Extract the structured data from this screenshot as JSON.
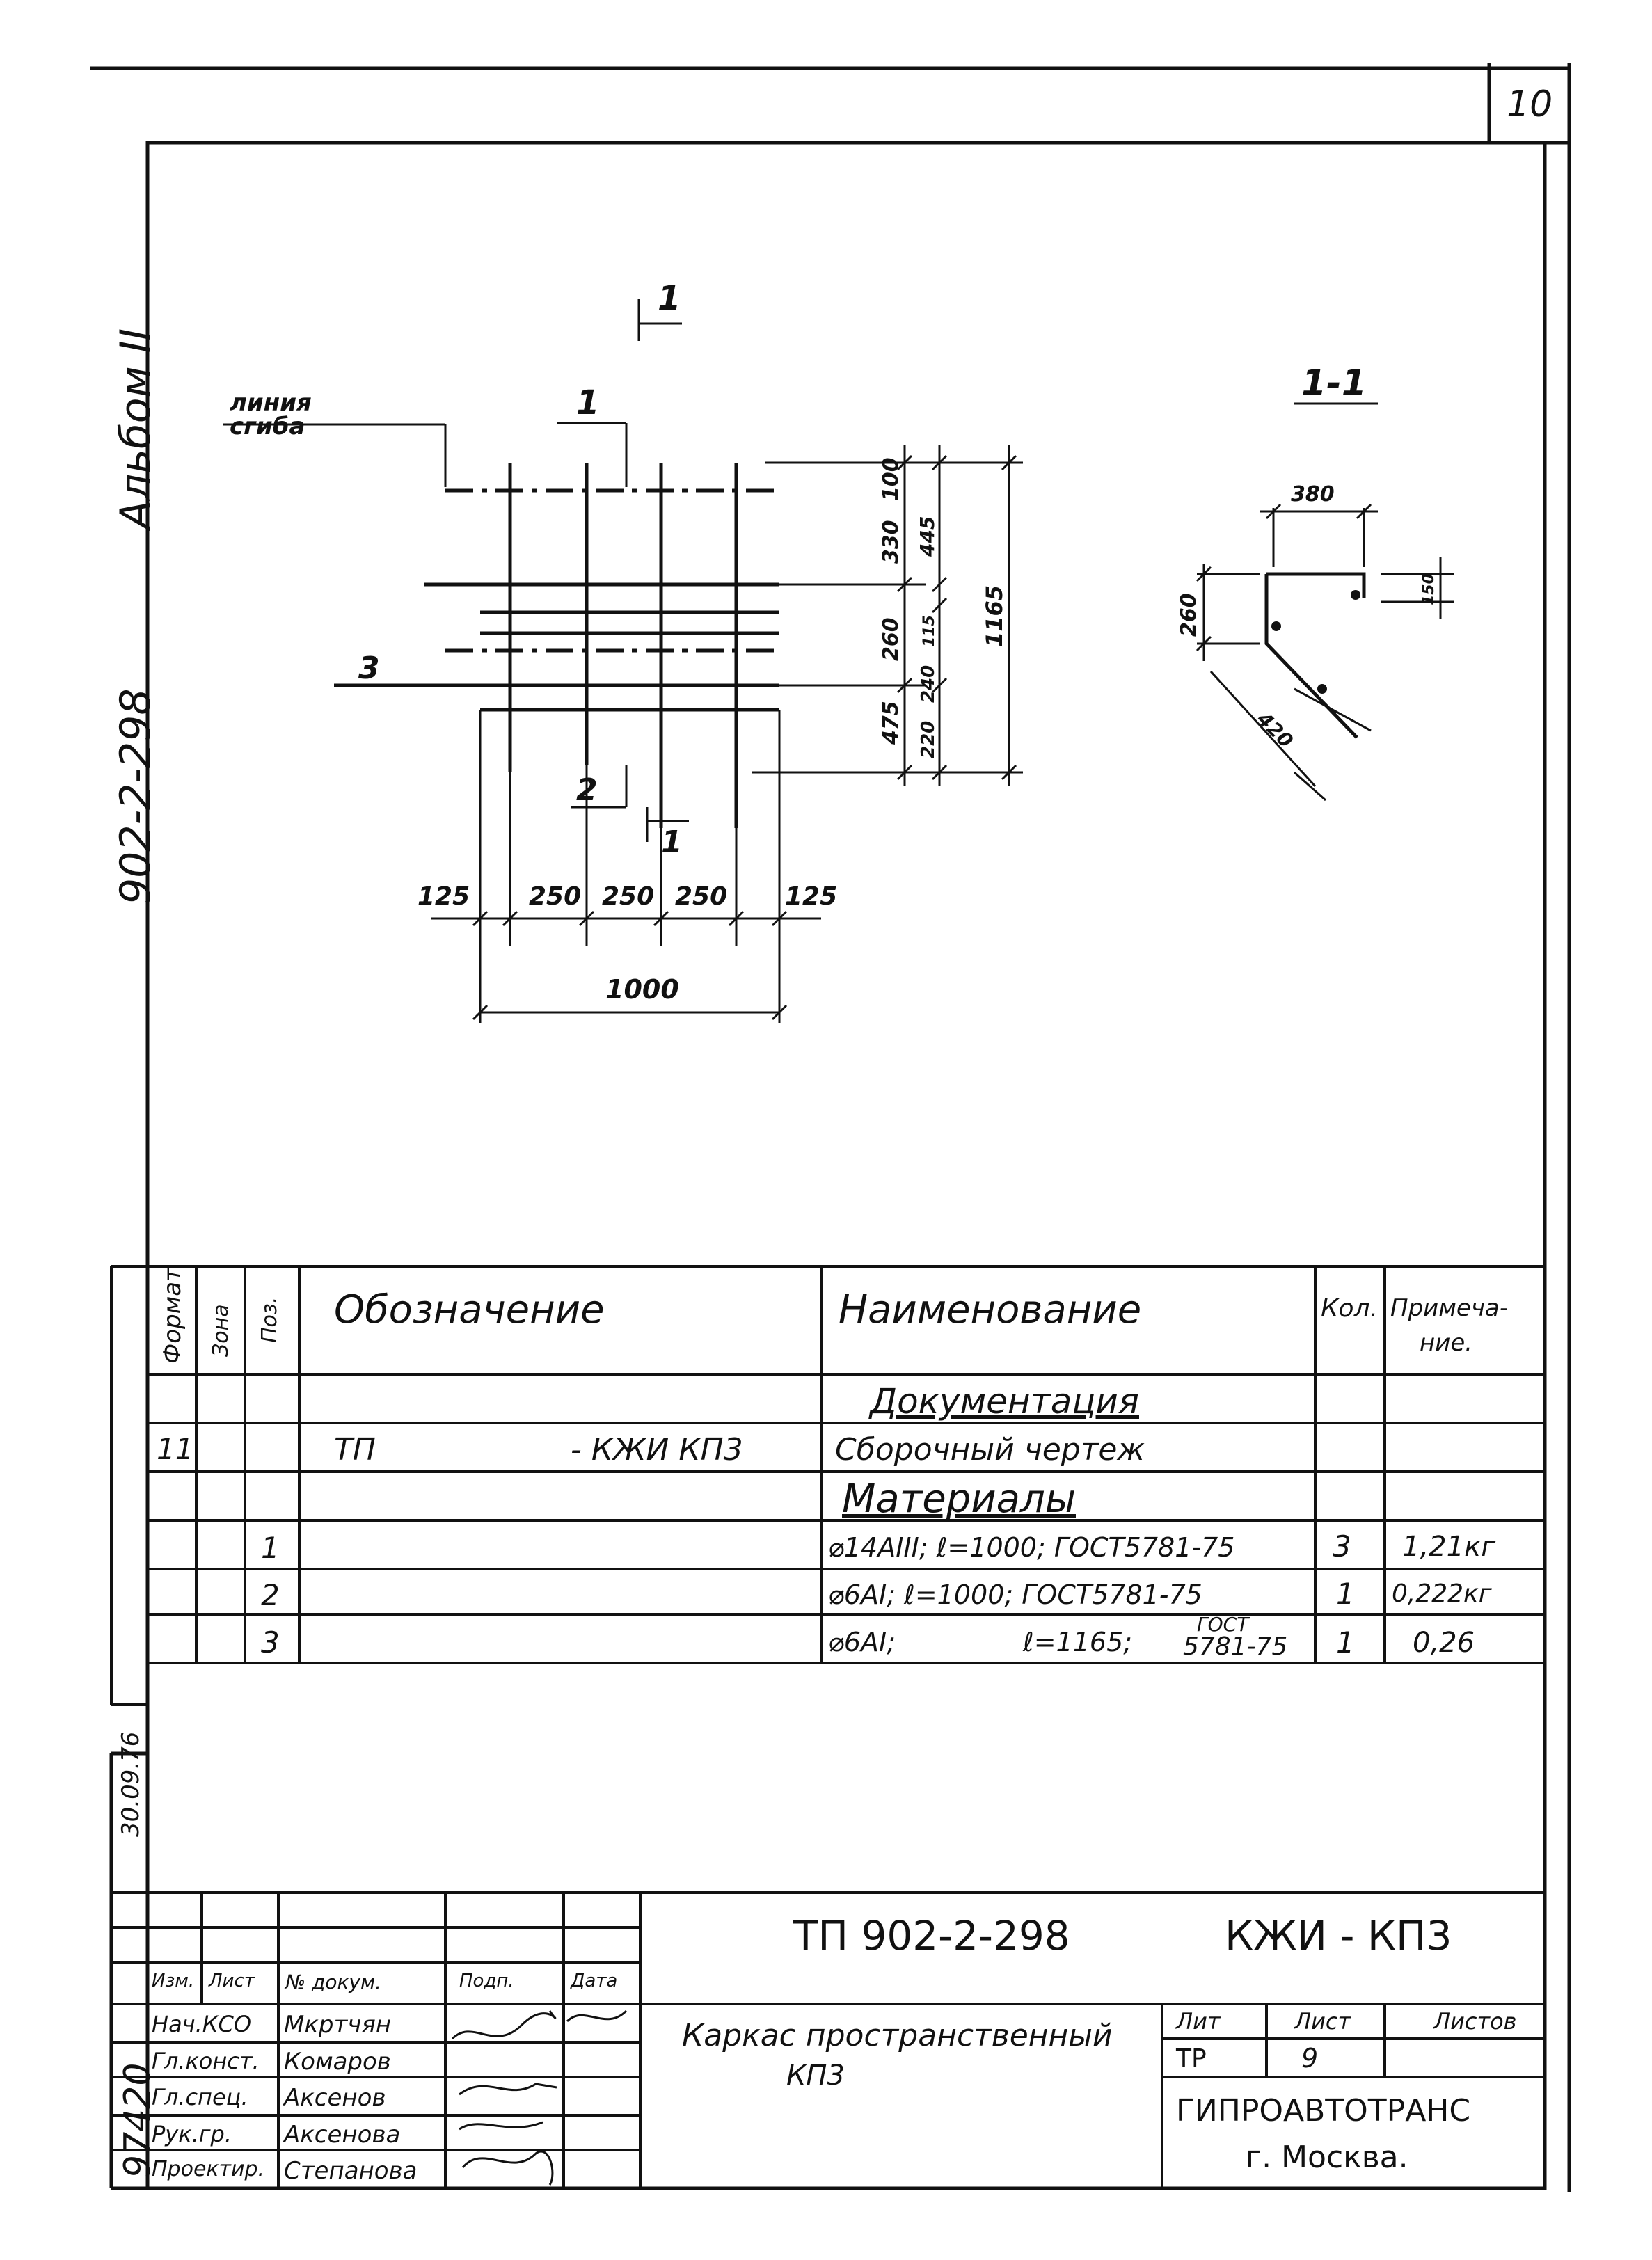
{
  "sheet_number": "10",
  "side_labels": {
    "album": "Альбом II",
    "project_code": "902-2-298"
  },
  "drawing": {
    "bend_line_label_1": "линия",
    "bend_line_label_2": "сгиба",
    "section_mark": "1",
    "section_title": "1-1",
    "positions": {
      "p1": "1",
      "p2": "2",
      "p3": "3"
    },
    "dims_bottom": [
      "125",
      "250",
      "250",
      "250",
      "125"
    ],
    "dim_total_width": "1000",
    "dims_right_a": [
      "100",
      "330",
      "260",
      "475"
    ],
    "dims_right_b": [
      "445",
      "115",
      "240",
      "220"
    ],
    "dim_total_height": "1165",
    "section_dims": {
      "top": "380",
      "side_small": "150",
      "left": "260",
      "diag": "420"
    }
  },
  "spec_table": {
    "headers": {
      "format": "Формат",
      "zone": "Зона",
      "pos": "Поз.",
      "designation": "Обозначение",
      "name": "Наименование",
      "qty": "Кол.",
      "note_1": "Примеча-",
      "note_2": "ние."
    },
    "section_documentation": "Документация",
    "doc_row": {
      "format": "11",
      "designation_left": "ТП",
      "designation_right": "- КЖИ КП3",
      "name": "Сборочный чертеж"
    },
    "section_materials": "Материалы",
    "rows": [
      {
        "pos": "1",
        "name": "⌀14АIII; ℓ=1000; ГОСТ5781-75",
        "qty": "3",
        "note": "1,21кг"
      },
      {
        "pos": "2",
        "name": "⌀6АI; ℓ=1000; ГОСТ5781-75",
        "qty": "1",
        "note": "0,222кг"
      },
      {
        "pos": "3",
        "name_left": "⌀6АI;",
        "name_mid": "ℓ=1165;",
        "name_top": "ГОСТ",
        "name_bottom": "5781-75",
        "qty": "1",
        "note": "0,26"
      }
    ]
  },
  "title_block": {
    "doc_code": "ТП  902-2-298",
    "doc_suffix": "КЖИ - КП3",
    "col_headers": [
      "Изм.",
      "Лист",
      "№ докум.",
      "Подп.",
      "Дата"
    ],
    "roles": [
      "Нач.КСО",
      "Гл.конст.",
      "Гл.спец.",
      "Рук.гр.",
      "Проектир."
    ],
    "names": [
      "Мкртчян",
      "Комаров",
      "Аксенов",
      "Аксенова",
      "Степанова"
    ],
    "product_line1": "Каркас  пространственный",
    "product_line2": "КП3",
    "stage_headers": [
      "Лит",
      "Лист",
      "Листов"
    ],
    "stage": "ТР",
    "sheet": "9",
    "org": "ГИПРОАВТОТРАНС",
    "city": "г. Москва."
  },
  "margin_stamp": {
    "inv_number": "97420",
    "signature_date": "30.09.76"
  }
}
